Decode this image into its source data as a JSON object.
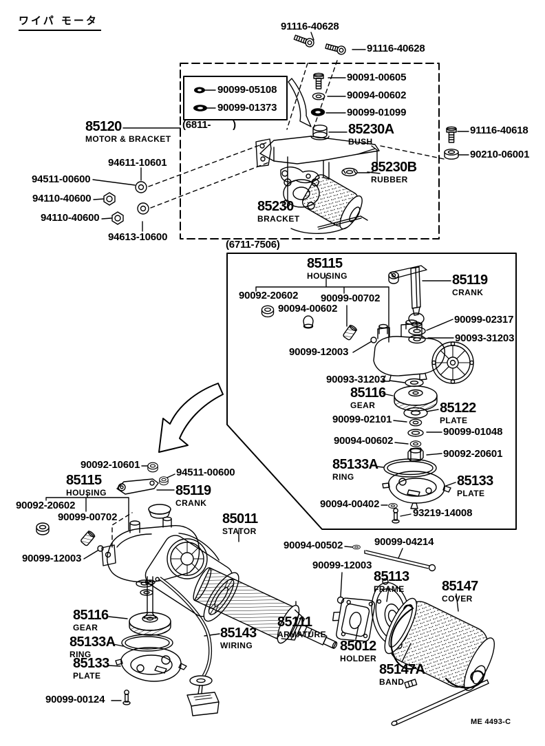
{
  "title": "ワイパ モータ",
  "diagram_code": "ME 4493-C",
  "colors": {
    "ink": "#000000",
    "paper": "#ffffff"
  },
  "range_labels": {
    "top_inset": "(6811-        )",
    "middle_box": "(6711-7506)"
  },
  "labels": [
    {
      "text": "91116-40628"
    },
    {
      "text": "91116-40628"
    },
    {
      "text": "90099-05108"
    },
    {
      "text": "90099-01373"
    },
    {
      "text": "(6811-        )"
    },
    {
      "text": "85120",
      "sub": "MOTOR & BRACKET"
    },
    {
      "text": "90091-00605"
    },
    {
      "text": "90094-00602"
    },
    {
      "text": "90099-01099"
    },
    {
      "text": "85230A",
      "sub": "BUSH"
    },
    {
      "text": "91116-40618"
    },
    {
      "text": "90210-06001"
    },
    {
      "text": "85230B",
      "sub": "RUBBER"
    },
    {
      "text": "94611-10601"
    },
    {
      "text": "94511-00600"
    },
    {
      "text": "94110-40600"
    },
    {
      "text": "94110-40600"
    },
    {
      "text": "94613-10600"
    },
    {
      "text": "85230",
      "sub": "BRACKET"
    },
    {
      "text": "(6711-7506)"
    },
    {
      "text": "85115",
      "sub": "HOUSING"
    },
    {
      "text": "90092-20602"
    },
    {
      "text": "90099-00702"
    },
    {
      "text": "90094-00602"
    },
    {
      "text": "90099-12003"
    },
    {
      "text": "85119",
      "sub": "CRANK"
    },
    {
      "text": "90099-02317"
    },
    {
      "text": "90093-31203"
    },
    {
      "text": "90093-31203"
    },
    {
      "text": "85116",
      "sub": "GEAR"
    },
    {
      "text": "85122",
      "sub": "PLATE"
    },
    {
      "text": "90099-02101"
    },
    {
      "text": "90099-01048"
    },
    {
      "text": "90094-00602"
    },
    {
      "text": "90092-20601"
    },
    {
      "text": "85133A",
      "sub": "RING"
    },
    {
      "text": "85133",
      "sub": "PLATE"
    },
    {
      "text": "90094-00402"
    },
    {
      "text": "93219-14008"
    },
    {
      "text": "90092-10601"
    },
    {
      "text": "94511-00600"
    },
    {
      "text": "85115",
      "sub": "HOUSING"
    },
    {
      "text": "85119",
      "sub": "CRANK"
    },
    {
      "text": "90092-20602"
    },
    {
      "text": "90099-00702"
    },
    {
      "text": "90099-12003"
    },
    {
      "text": "85011",
      "sub": "STATOR"
    },
    {
      "text": "90094-00502"
    },
    {
      "text": "90099-04214"
    },
    {
      "text": "90099-12003"
    },
    {
      "text": "85113",
      "sub": "FRAME"
    },
    {
      "text": "85147",
      "sub": "COVER"
    },
    {
      "text": "85111",
      "sub": "ARMATURE"
    },
    {
      "text": "85143",
      "sub": "WIRING"
    },
    {
      "text": "85116",
      "sub": "GEAR"
    },
    {
      "text": "85133A",
      "sub": "RING"
    },
    {
      "text": "85133",
      "sub": "PLATE"
    },
    {
      "text": "90099-00124"
    },
    {
      "text": "85012",
      "sub": "HOLDER"
    },
    {
      "text": "85147A",
      "sub": "BAND"
    },
    {
      "text": "ME 4493-C"
    }
  ]
}
